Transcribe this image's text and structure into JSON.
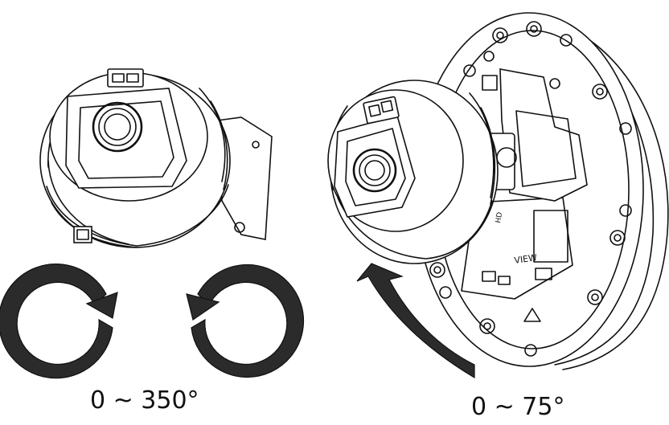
{
  "pan": {
    "range_label": "0 ~ 350°"
  },
  "tilt": {
    "range_label": "0 ~ 75°"
  },
  "board": {
    "view_label": "VIEW",
    "hd_label": "HD"
  },
  "colors": {
    "line": "#111111",
    "arrow": "#2b2b2b",
    "background": "#ffffff"
  }
}
